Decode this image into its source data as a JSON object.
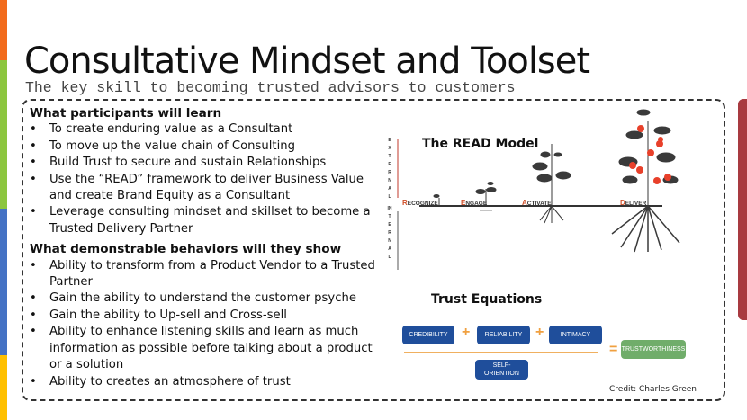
{
  "title": "Consultative Mindset and Toolset",
  "subtitle": "The key skill to becoming trusted advisors to customers",
  "learn": {
    "heading": "What participants will learn",
    "items": [
      "To create enduring value as a Consultant",
      "To move up the value chain of Consulting",
      "Build Trust to secure and sustain Relationships",
      "Use the “READ” framework to deliver Business Value and create Brand Equity as a Consultant",
      "Leverage consulting mindset and skillset to become a Trusted Delivery Partner"
    ]
  },
  "behaviors": {
    "heading": "What demonstrable behaviors will they show",
    "items": [
      "Ability to transform from a Product Vendor to a Trusted Partner",
      "Gain the ability to understand the customer psyche",
      "Gain the ability to Up-sell and Cross-sell",
      "Ability to enhance listening skills and learn as much information as possible before talking about a product or a solution",
      "Ability to creates an atmosphere of trust"
    ]
  },
  "read_model": {
    "title": "The READ Model",
    "external": "EXTERNAL",
    "internal": "INTERNAL",
    "stages": [
      {
        "initial": "R",
        "rest": "ECOGNIZE"
      },
      {
        "initial": "E",
        "rest": "NGAGE"
      },
      {
        "initial": "A",
        "rest": "CTIVATE"
      },
      {
        "initial": "D",
        "rest": "ELIVER"
      }
    ]
  },
  "trust": {
    "title": "Trust Equations",
    "credibility": "CREDIBILITY",
    "reliability": "RELIABILITY",
    "intimacy": "INTIMACY",
    "self_orientation": "SELF-ORIENTION",
    "result": "TRUSTWORTHINESS",
    "plus": "+",
    "equals": "="
  },
  "credit": "Credit: Charles Green",
  "colors": {
    "orange": "#f26b1d",
    "green": "#8cc63f",
    "blue": "#4472c4",
    "yellow": "#ffc000",
    "red": "#a83a40",
    "navy": "#1f4e9b",
    "trust_green": "#70ad6a"
  }
}
